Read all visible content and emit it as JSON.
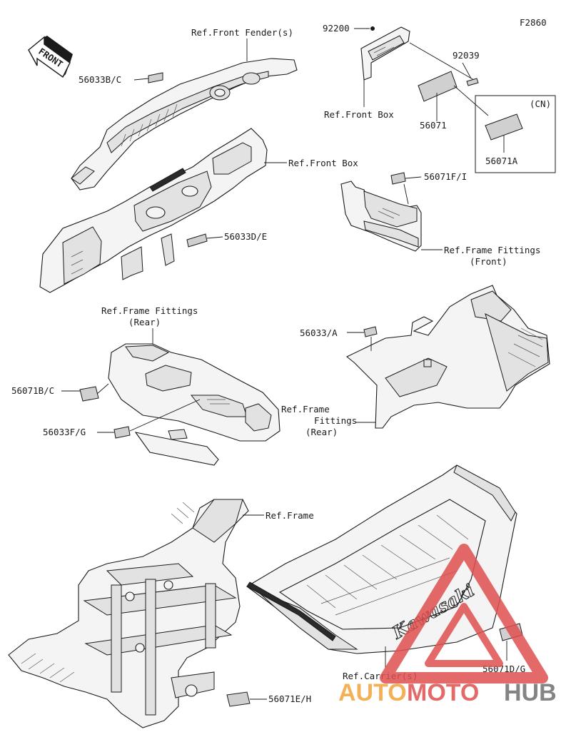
{
  "figure_code": "F2860",
  "front_arrow": "FRONT",
  "labels": {
    "ref_front_fender": "Ref.Front Fender(s)",
    "p56033b_c": "56033B/C",
    "p92200": "92200",
    "p92039": "92039",
    "ref_front_box_top": "Ref.Front Box",
    "p56071": "56071",
    "cn": "(CN)",
    "p56071a": "56071A",
    "ref_front_box": "Ref.Front Box",
    "p56071f_i": "56071F/I",
    "p56033d_e": "56033D/E",
    "ref_frame_fittings_front_1": "Ref.Frame Fittings",
    "ref_frame_fittings_front_2": "(Front)",
    "ref_frame_fittings_rear_1": "Ref.Frame Fittings",
    "ref_frame_fittings_rear_2": "(Rear)",
    "p56033a": "56033/A",
    "p56071b_c": "56071B/C",
    "ref_frame_fittings_rear_r1": "Ref.Frame",
    "ref_frame_fittings_rear_r2": "Fittings",
    "ref_frame_fittings_rear_r3": "(Rear)",
    "p56033f_g": "56033F/G",
    "ref_frame": "Ref.Frame",
    "ref_carrier": "Ref.Carrier(s)",
    "p56071d_g": "56071D/G",
    "p56071e_h": "56071E/H"
  },
  "carrier_brand": "Kawasaki",
  "watermark": {
    "part1": "AUTO",
    "part2": "MOTO",
    "part3": "HUB"
  },
  "colors": {
    "watermark_red": "#e05050",
    "watermark_orange": "#f2a33a",
    "watermark_gray": "#6f6f6f"
  }
}
